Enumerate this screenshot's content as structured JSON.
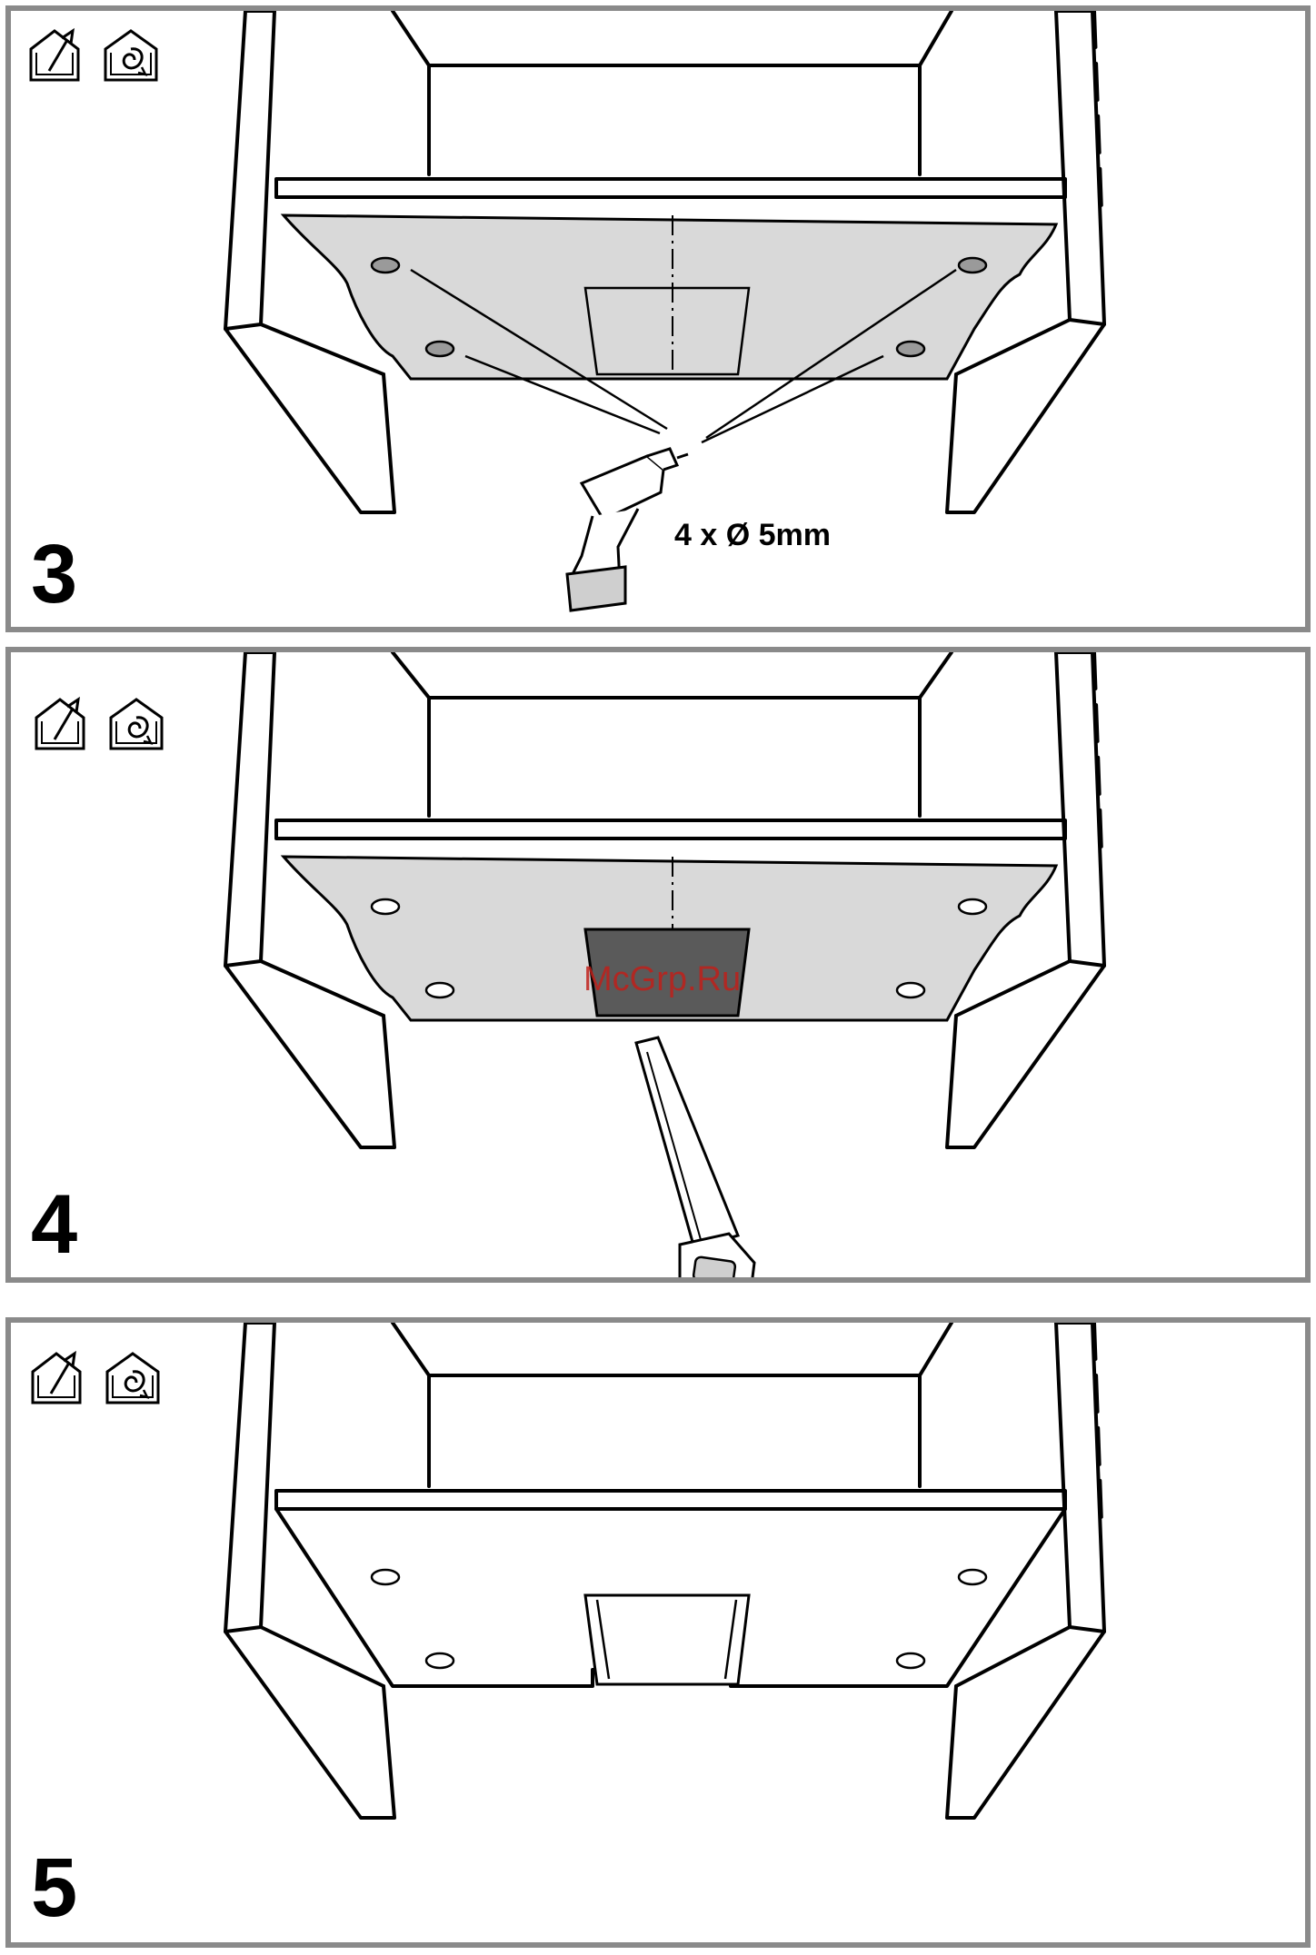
{
  "steps": [
    {
      "number": "3",
      "icons": [
        "ducted-extraction-icon",
        "recirculation-icon"
      ],
      "tool": "drill",
      "annotation": "4 x Ø 5mm"
    },
    {
      "number": "4",
      "icons": [
        "ducted-extraction-icon",
        "recirculation-icon"
      ],
      "tool": "saw",
      "watermark": "McGrp.Ru"
    },
    {
      "number": "5",
      "icons": [
        "ducted-extraction-icon",
        "recirculation-icon"
      ],
      "tool": ""
    }
  ],
  "colors": {
    "frame": "#8a8a8a",
    "template_fill": "#d9d9d9",
    "cutout_fill": "#5a5a5a",
    "watermark": "#c0201a"
  }
}
